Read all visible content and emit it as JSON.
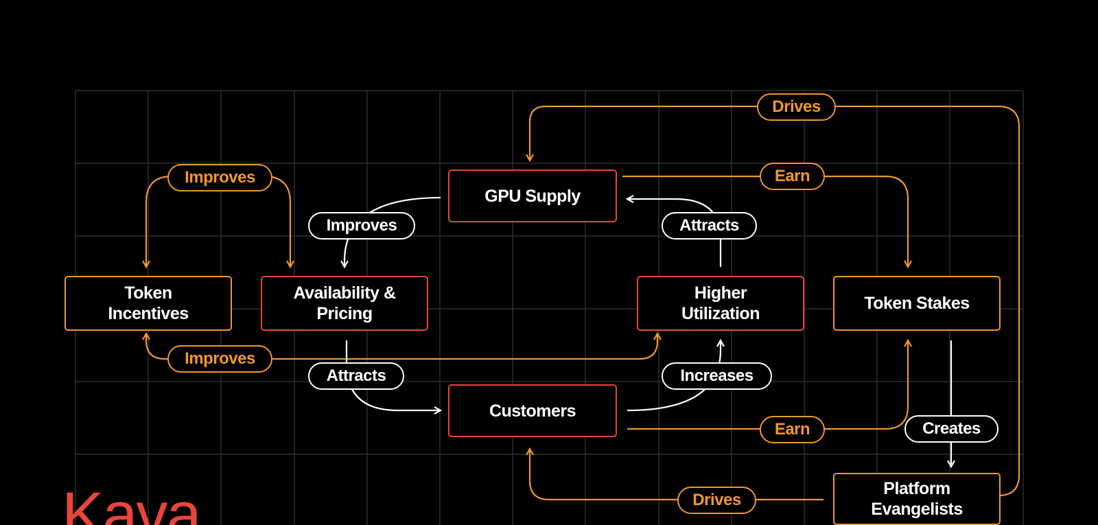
{
  "colors": {
    "background": "#000000",
    "grid": "#2e2e2e",
    "accent_red": "#e8453c",
    "accent_orange": "#f0962e",
    "flow_white": "#ffffff"
  },
  "nodes": {
    "gpu_supply": "GPU Supply",
    "token_incentives": "Token\nIncentives",
    "availability_pricing": "Availability &\nPricing",
    "higher_utilization": "Higher\nUtilization",
    "token_stakes": "Token Stakes",
    "customers": "Customers",
    "platform_evangelists": "Platform\nEvangelists"
  },
  "edge_labels": {
    "drives_top": "Drives",
    "improves_top_left": "Improves",
    "earn_top": "Earn",
    "improves_center": "Improves",
    "attracts_top": "Attracts",
    "improves_bottom_left": "Improves",
    "attracts_bottom": "Attracts",
    "increases": "Increases",
    "earn_bottom": "Earn",
    "creates": "Creates",
    "drives_bottom": "Drives"
  },
  "logo": {
    "text": "Kava"
  }
}
